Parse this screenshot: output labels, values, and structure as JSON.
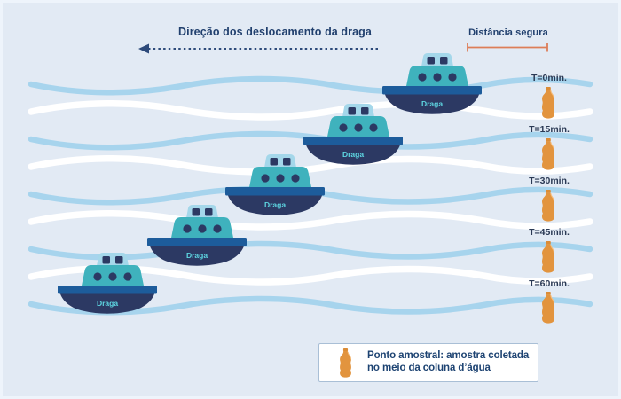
{
  "header": {
    "direction_label": "Direção dos deslocamento da draga",
    "safe_distance_label": "Distância segura"
  },
  "boat_label": "Draga",
  "samples": [
    {
      "time": "T=0min."
    },
    {
      "time": "T=15min."
    },
    {
      "time": "T=30min."
    },
    {
      "time": "T=45min."
    },
    {
      "time": "T=60min."
    }
  ],
  "legend": {
    "line1": "Ponto amostral: amostra coletada",
    "line2": "no meio da coluna d’água"
  },
  "icons": {
    "boat": "dredge-boat-icon",
    "bottle": "sample-bottle-icon",
    "arrow": "direction-arrow-left-icon",
    "ruler": "safe-distance-ruler-icon"
  },
  "colors": {
    "background": "#e2eaf4",
    "wave_blue": "#a7d4ed",
    "wave_white": "#ffffff",
    "hull_navy": "#2c3963",
    "hull_band_blue": "#1d5c9b",
    "cabin_teal": "#3fb2bd",
    "cabin_light_blue": "#a4d7ea",
    "boat_label_cyan": "#5ed7e2",
    "bottle_orange": "#e2943e",
    "ruler_orange": "#dd7e58",
    "text_navy": "#21406e"
  }
}
